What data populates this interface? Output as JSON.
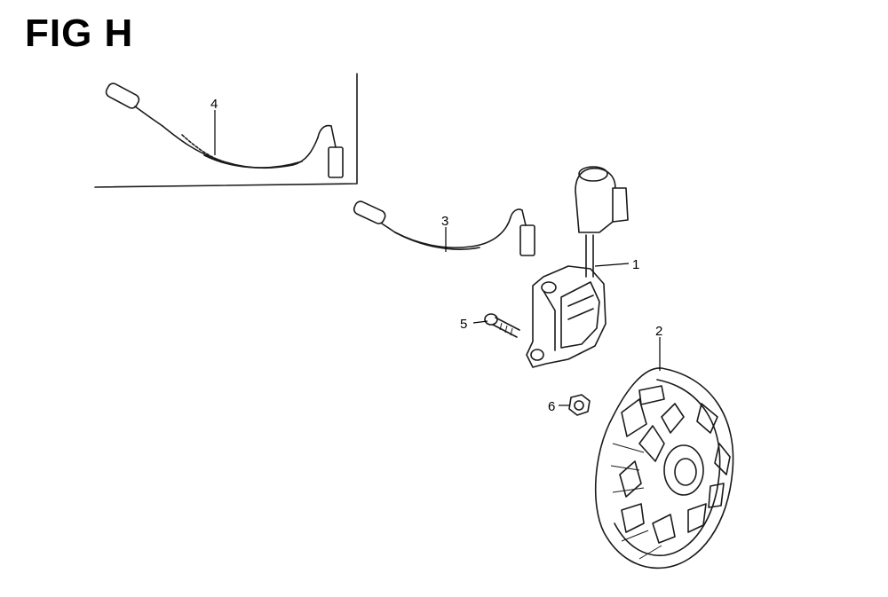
{
  "figure": {
    "title": "FIG H"
  },
  "callouts": [
    {
      "id": "1",
      "label": "1"
    },
    {
      "id": "2",
      "label": "2"
    },
    {
      "id": "3",
      "label": "3"
    },
    {
      "id": "4",
      "label": "4"
    },
    {
      "id": "5",
      "label": "5"
    },
    {
      "id": "6",
      "label": "6"
    }
  ],
  "colors": {
    "line": "#1a1a1a",
    "background": "#ffffff"
  }
}
